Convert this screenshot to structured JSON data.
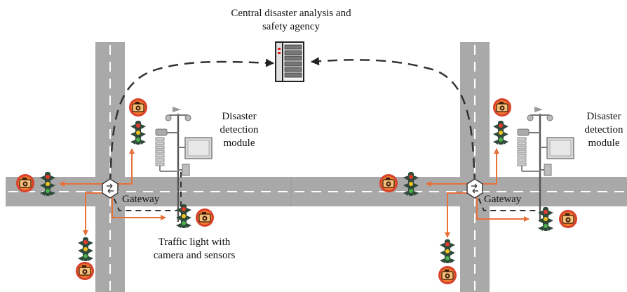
{
  "labels": {
    "agency": [
      "Central disaster analysis and",
      "safety agency"
    ],
    "module_left": [
      "Disaster",
      "detection",
      "module"
    ],
    "module_right": [
      "Disaster",
      "detection",
      "module"
    ],
    "gateway_left": "Gateway",
    "gateway_right": "Gateway",
    "traffic_light": [
      "Traffic light with",
      "camera and sensors"
    ]
  },
  "colors": {
    "road": "#a9a9a9",
    "lane_marking": "#ffffff",
    "arrow": "#e8703a",
    "link": "#333333",
    "camera_badge": "#d9412b",
    "signal_body": "#2f4a3a"
  },
  "icons": {
    "camera": "camera-icon",
    "traffic_light": "traffic-light-icon",
    "gateway": "gateway-router-icon",
    "server": "server-rack-icon",
    "weather_station": "weather-station-icon"
  }
}
